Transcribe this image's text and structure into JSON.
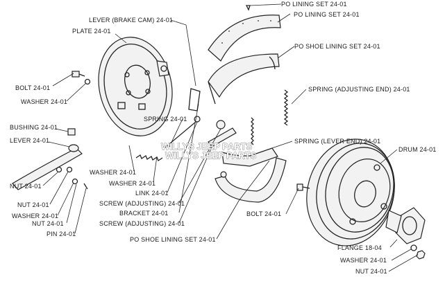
{
  "diagram": {
    "watermark": [
      "WILLYS JEEP PARTS",
      "WILLYS JEEP PARTS"
    ],
    "labels": [
      {
        "id": "po-lining-set-top",
        "text": "PO LINING SET 24-01"
      },
      {
        "id": "po-lining-set",
        "text": "PO LINING SET 24-01"
      },
      {
        "id": "lever-brake-cam",
        "text": "LEVER (BRAKE CAM) 24-01"
      },
      {
        "id": "plate",
        "text": "PLATE 24-01"
      },
      {
        "id": "po-shoe-lining-set-top",
        "text": "PO SHOE LINING SET 24-01"
      },
      {
        "id": "bolt-left",
        "text": "BOLT 24-01"
      },
      {
        "id": "washer-left",
        "text": "WASHER 24-01"
      },
      {
        "id": "spring-adjusting-end",
        "text": "SPRING (ADJUSTING END) 24-01"
      },
      {
        "id": "bushing",
        "text": "BUSHING 24-01"
      },
      {
        "id": "spring",
        "text": "SPRING 24-01"
      },
      {
        "id": "lever",
        "text": "LEVER 24-01"
      },
      {
        "id": "spring-lever-end",
        "text": "SPRING (LEVER END) 24-01"
      },
      {
        "id": "drum",
        "text": "DRUM 24-01"
      },
      {
        "id": "washer-mid-1",
        "text": "WASHER 24-01"
      },
      {
        "id": "washer-mid-2",
        "text": "WASHER 24-01"
      },
      {
        "id": "nut-1",
        "text": "NUT 24-01"
      },
      {
        "id": "link",
        "text": "LINK 24-01"
      },
      {
        "id": "nut-2",
        "text": "NUT 24-01"
      },
      {
        "id": "screw-adjusting-1",
        "text": "SCREW (ADJUSTING) 24-01"
      },
      {
        "id": "washer-bottom-left",
        "text": "WASHER 24-01"
      },
      {
        "id": "bracket",
        "text": "BRACKET 24-01"
      },
      {
        "id": "bolt-right",
        "text": "BOLT 24-01"
      },
      {
        "id": "nut-3",
        "text": "NUT 24-01"
      },
      {
        "id": "screw-adjusting-2",
        "text": "SCREW (ADJUSTING) 24-01"
      },
      {
        "id": "pin",
        "text": "PIN 24-01"
      },
      {
        "id": "po-shoe-lining-set-bottom",
        "text": "PO SHOE LINING SET 24-01"
      },
      {
        "id": "flange",
        "text": "FLANGE 18-04"
      },
      {
        "id": "washer-right",
        "text": "WASHER 24-01"
      },
      {
        "id": "nut-right",
        "text": "NUT 24-01"
      }
    ]
  }
}
